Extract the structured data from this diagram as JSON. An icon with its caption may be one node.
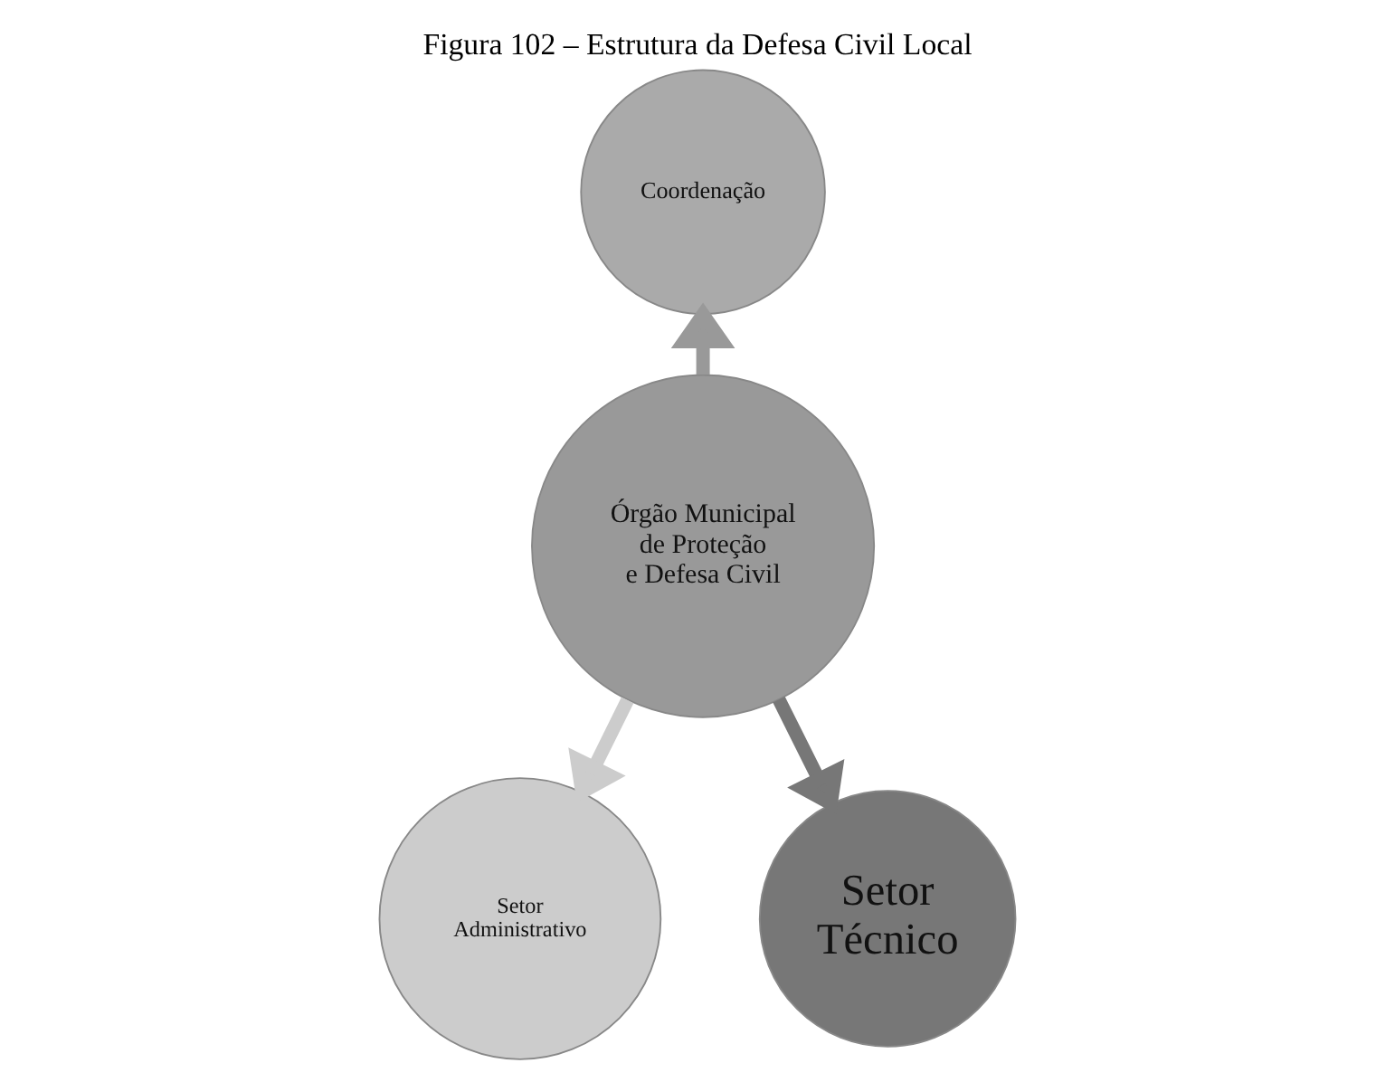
{
  "diagram": {
    "title": "Figura 102 – Estrutura da Defesa Civil Local",
    "nodes": [
      {
        "text": [
          "Coordenação"
        ]
      },
      {
        "text": [
          "Órgão Municipal de Proteção e Defesa Civil"
        ]
      },
      {
        "text": [
          "Setor Administrativo"
        ]
      },
      {
        "text": [
          "Setor Técnico"
        ]
      }
    ],
    "edges": [
      {
        "from": 1,
        "to": 0,
        "arrow": "to"
      },
      {
        "from": 1,
        "to": 2,
        "arrow": "to",
        "color": "#cccccc"
      },
      {
        "from": 1,
        "to": 3,
        "arrow": "to",
        "color": "#777777"
      }
    ]
  }
}
